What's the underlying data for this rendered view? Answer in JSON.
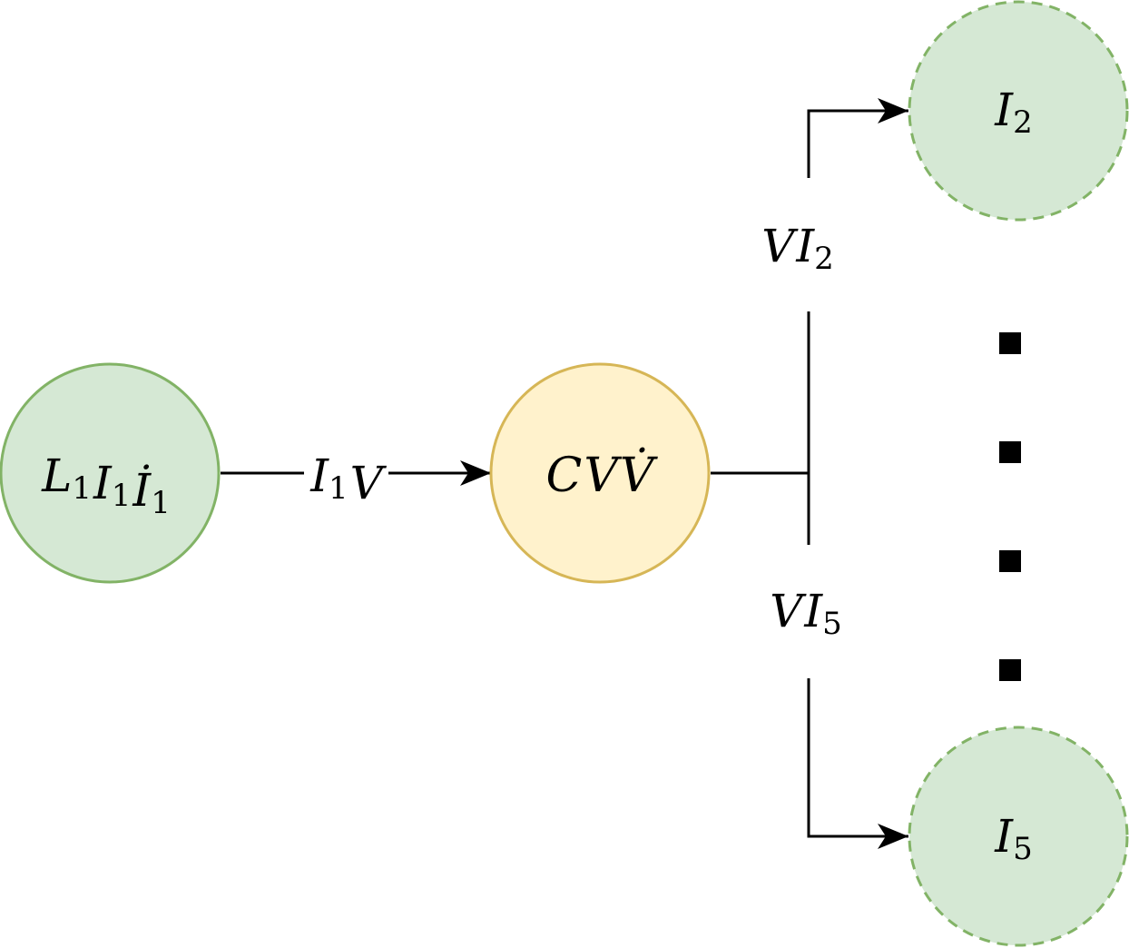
{
  "nodes": {
    "source": {
      "parts": [
        {
          "base": "L",
          "sub": "1",
          "dot": false
        },
        {
          "base": "I",
          "sub": "1",
          "dot": false
        },
        {
          "base": "I",
          "sub": "1",
          "dot": true
        }
      ]
    },
    "center": {
      "parts": [
        {
          "base": "C",
          "sub": "",
          "dot": false
        },
        {
          "base": "V",
          "sub": "",
          "dot": false
        },
        {
          "base": "V",
          "sub": "",
          "dot": true
        }
      ]
    },
    "top": {
      "parts": [
        {
          "base": "I",
          "sub": "2",
          "dot": false
        }
      ]
    },
    "bottom": {
      "parts": [
        {
          "base": "I",
          "sub": "5",
          "dot": false
        }
      ]
    }
  },
  "edges": {
    "source_to_center": {
      "parts": [
        {
          "base": "I",
          "sub": "1",
          "dot": false
        },
        {
          "base": "V",
          "sub": "",
          "dot": false
        }
      ]
    },
    "center_to_top": {
      "parts": [
        {
          "base": "V",
          "sub": "",
          "dot": false
        },
        {
          "base": "I",
          "sub": "2",
          "dot": false
        }
      ]
    },
    "center_to_bottom": {
      "parts": [
        {
          "base": "V",
          "sub": "",
          "dot": false
        },
        {
          "base": "I",
          "sub": "5",
          "dot": false
        }
      ]
    }
  },
  "ellipsis": {
    "dot_count": 4
  },
  "colors": {
    "green_fill": "#d5e8d4",
    "green_stroke": "#82b366",
    "yellow_fill": "#fff2cc",
    "yellow_stroke": "#d6b656",
    "line": "#000000"
  }
}
